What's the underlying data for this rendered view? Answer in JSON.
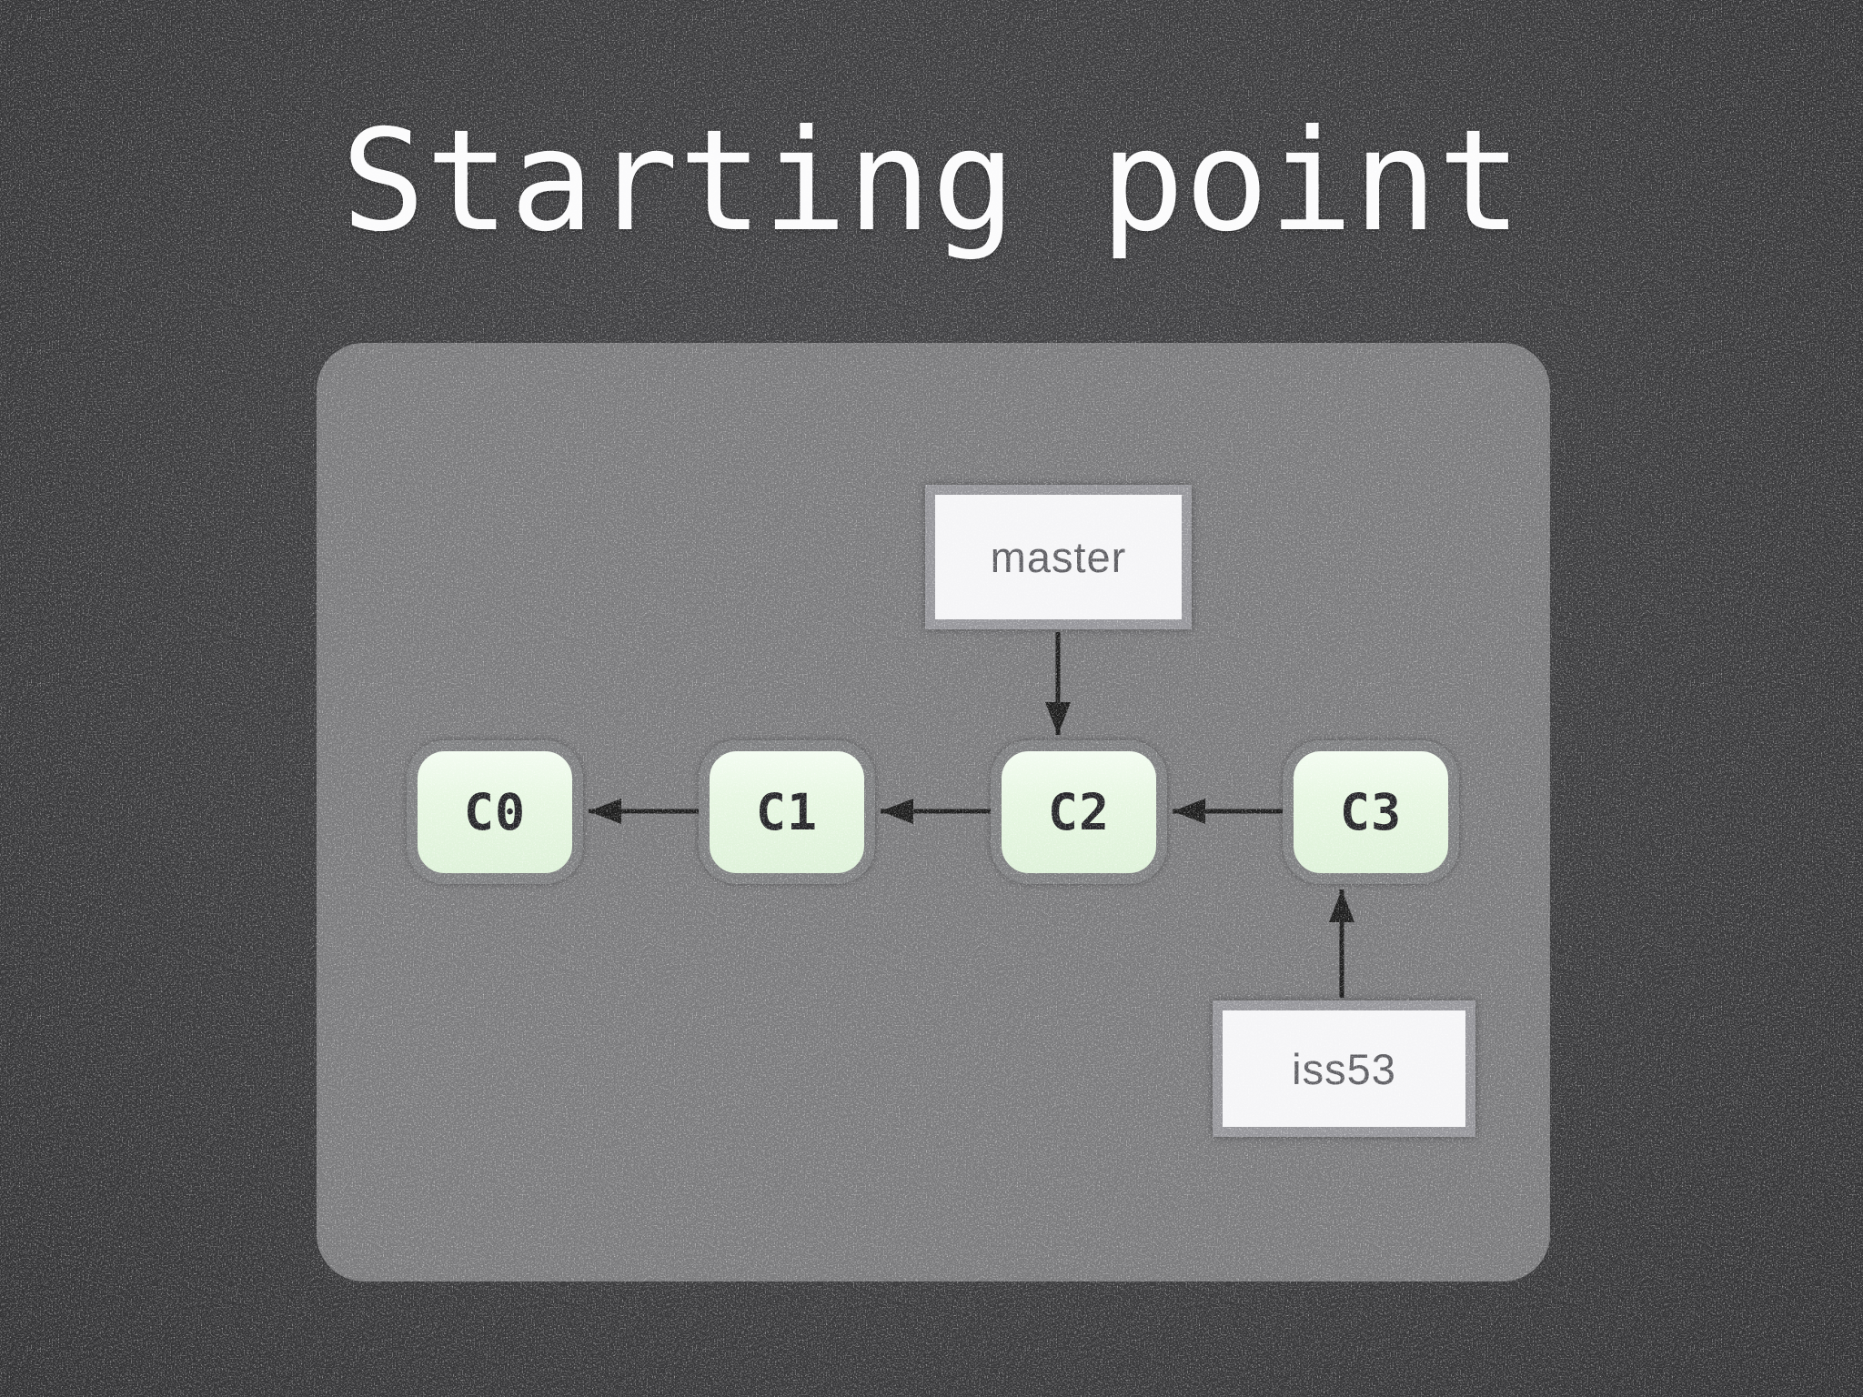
{
  "slide": {
    "title": "Starting point"
  },
  "diagram": {
    "description": "Git commit history graph",
    "commits": [
      {
        "id": "C0"
      },
      {
        "id": "C1"
      },
      {
        "id": "C2"
      },
      {
        "id": "C3"
      }
    ],
    "branches": [
      {
        "name": "master",
        "points_to": "C2"
      },
      {
        "name": "iss53",
        "points_to": "C3"
      }
    ],
    "edges": [
      {
        "from": "C1",
        "to": "C0",
        "direction": "left"
      },
      {
        "from": "C2",
        "to": "C1",
        "direction": "left"
      },
      {
        "from": "C3",
        "to": "C2",
        "direction": "left"
      },
      {
        "from": "master",
        "to": "C2",
        "direction": "down"
      },
      {
        "from": "iss53",
        "to": "C3",
        "direction": "up"
      }
    ],
    "colors": {
      "slide_background": "#3b3b3d",
      "panel_background": "#7a7a7c",
      "commit_fill": "#e4f6e0",
      "commit_border": "#7e7f81",
      "commit_text": "#232327",
      "branch_box_fill": "#f5f5f7",
      "branch_box_border": "#95959a",
      "branch_text": "#5d5d62",
      "arrow": "#1b1b1b",
      "title_text": "#fbfbfc"
    }
  }
}
